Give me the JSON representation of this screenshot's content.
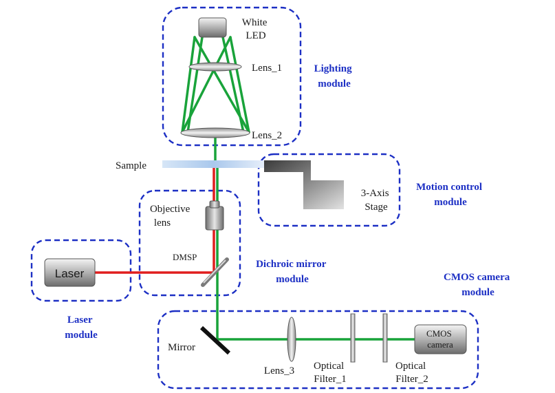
{
  "colors": {
    "module_border": "#1c2fc4",
    "module_text": "#1c2fc4",
    "green_beam": "#19a33a",
    "red_beam": "#e01e1e",
    "sample_slide": "#b9d3f0"
  },
  "labels": {
    "white_led": [
      "White",
      "LED"
    ],
    "lens_1": "Lens_1",
    "lens_2": "Lens_2",
    "sample": "Sample",
    "stage": [
      "3-Axis",
      "Stage"
    ],
    "objective_lens": [
      "Objective",
      "lens"
    ],
    "dmsp": "DMSP",
    "laser": "Laser",
    "mirror": "Mirror",
    "lens_3": "Lens_3",
    "optical_filter_1": [
      "Optical",
      "Filter_1"
    ],
    "optical_filter_2": [
      "Optical",
      "Filter_2"
    ],
    "cmos_camera": [
      "CMOS",
      "camera"
    ]
  },
  "modules": {
    "lighting": [
      "Lighting",
      "module"
    ],
    "motion_control": [
      "Motion control",
      "module"
    ],
    "dichroic_mirror": [
      "Dichroic mirror",
      "module"
    ],
    "laser": [
      "Laser",
      "module"
    ],
    "cmos_camera": [
      "CMOS camera",
      "module"
    ]
  }
}
